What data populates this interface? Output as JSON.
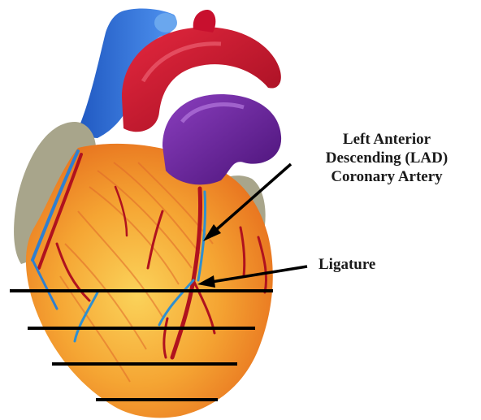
{
  "labels": {
    "lad": {
      "line1": "Left Anterior",
      "line2": "Descending (LAD)",
      "line3": "Coronary Artery"
    },
    "ligature": "Ligature"
  },
  "colors": {
    "vena_cava": "#2f6fd8",
    "aorta": "#c8102e",
    "pulmonary_artery": "#5d1a8e",
    "atrium": "#a7a58d",
    "myocardium": "#f29a2e",
    "myocardium_highlight": "#f8cf55",
    "vessel_red": "#a61420",
    "vessel_blue": "#2f8fd0",
    "line": "#000000"
  },
  "icons": [
    "heart-illustration",
    "arrow-icon",
    "ligature-line-icon"
  ]
}
